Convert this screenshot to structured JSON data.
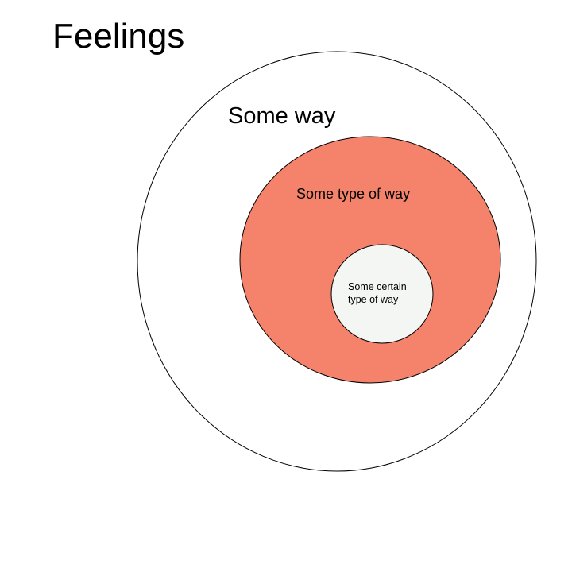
{
  "title": "Feelings",
  "circles": {
    "outer": {
      "label": "Some way",
      "fill": "#ffffff",
      "stroke": "#000000"
    },
    "middle": {
      "label": "Some type of way",
      "fill": "#f5836c",
      "stroke": "#000000"
    },
    "inner": {
      "label_lines": [
        "Some certain",
        "type of way"
      ],
      "fill": "#f4f6f3",
      "stroke": "#000000"
    }
  }
}
